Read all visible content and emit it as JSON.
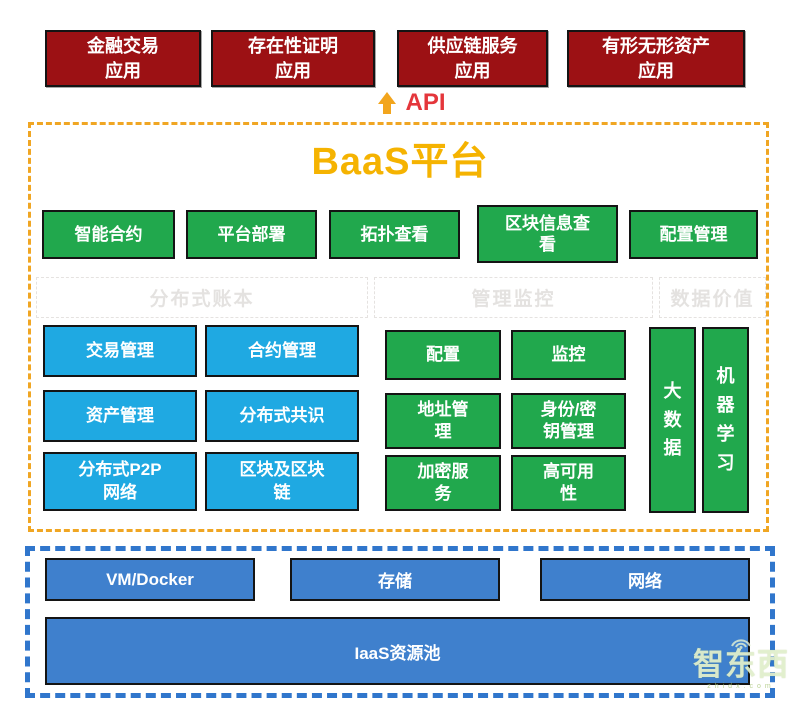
{
  "colors": {
    "app_red": "#9c1114",
    "module_green": "#21a84d",
    "ledger_blue": "#1fa9e2",
    "infra_blue": "#3f80cd",
    "platform_dash_orange": "#f0a623",
    "infra_dash_blue": "#3076cc",
    "title_gold": "#f5b301",
    "api_red": "#e4363b",
    "arrow_orange": "#f2a51d"
  },
  "app_layer": {
    "boxes": [
      {
        "label": "金融交易\n应用"
      },
      {
        "label": "存在性证明\n应用"
      },
      {
        "label": "供应链服务\n应用"
      },
      {
        "label": "有形无形资产\n应用"
      }
    ]
  },
  "api_connector": {
    "label": "API",
    "arrow": "up-arrow-icon"
  },
  "baas_platform": {
    "title": "BaaS平台",
    "capabilities": [
      "智能合约",
      "平台部署",
      "拓扑查看",
      "区块信息查\n看",
      "配置管理"
    ],
    "sections": [
      {
        "label": "分布式账本"
      },
      {
        "label": "管理监控"
      },
      {
        "label": "数据价值"
      }
    ],
    "ledger_modules": [
      "交易管理",
      "合约管理",
      "资产管理",
      "分布式共识",
      "分布式P2P\n网络",
      "区块及区块\n链"
    ],
    "mgmt_modules": [
      "配置",
      "监控",
      "地址管\n理",
      "身份/密\n钥管理",
      "加密服\n务",
      "高可用\n性"
    ],
    "data_modules": [
      "大\n数\n据",
      "机\n器\n学\n习"
    ]
  },
  "infrastructure": {
    "boxes": [
      "VM/Docker",
      "存储",
      "网络"
    ],
    "pool": "IaaS资源池"
  },
  "watermark": {
    "brand": "智东西",
    "domain": "zhidx.com"
  }
}
